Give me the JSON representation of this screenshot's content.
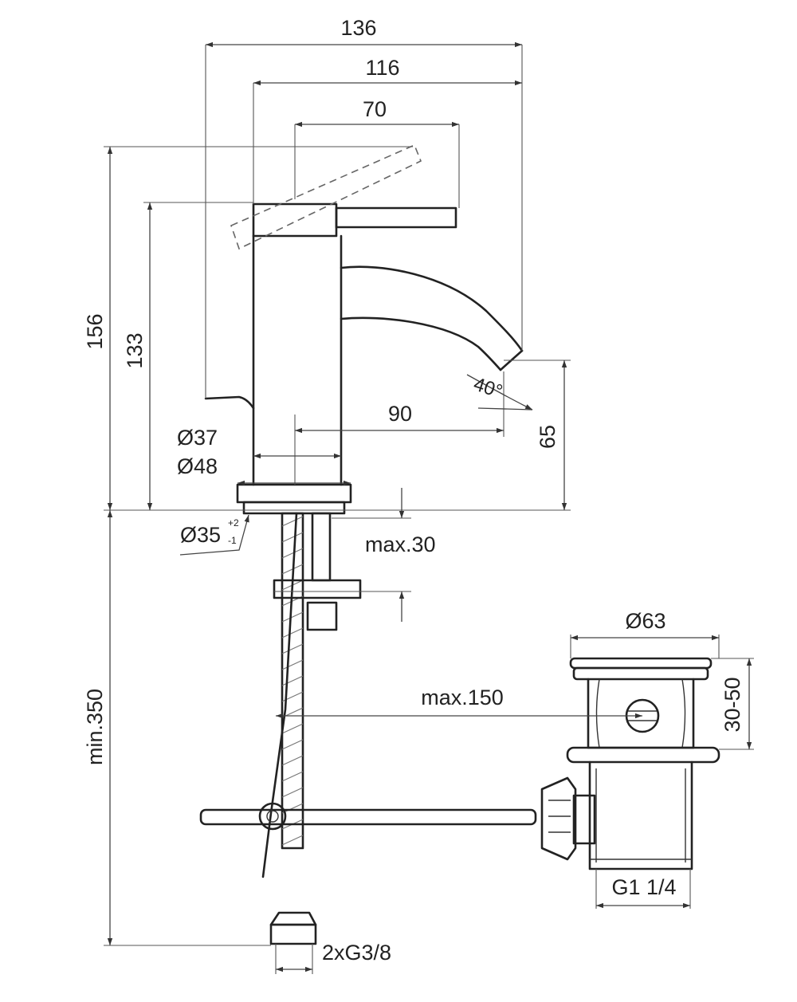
{
  "dimensions": {
    "width_overall": "136",
    "width_spout": "116",
    "lever_length": "70",
    "height_overall": "156",
    "height_body": "133",
    "spout_angle": "40°",
    "spout_projection": "90",
    "spout_outlet_height": "65",
    "body_diameter": "Ø37",
    "base_diameter": "Ø48",
    "hole_diameter": "Ø35",
    "hole_tolerance_upper": "+2",
    "hole_tolerance_lower": "-1",
    "max_deck_thickness": "max.30",
    "hose_length": "min.350",
    "rod_length": "max.150",
    "waste_diameter": "Ø63",
    "waste_range": "30-50",
    "waste_thread": "G1 1/4",
    "hose_thread": "2xG3/8"
  }
}
